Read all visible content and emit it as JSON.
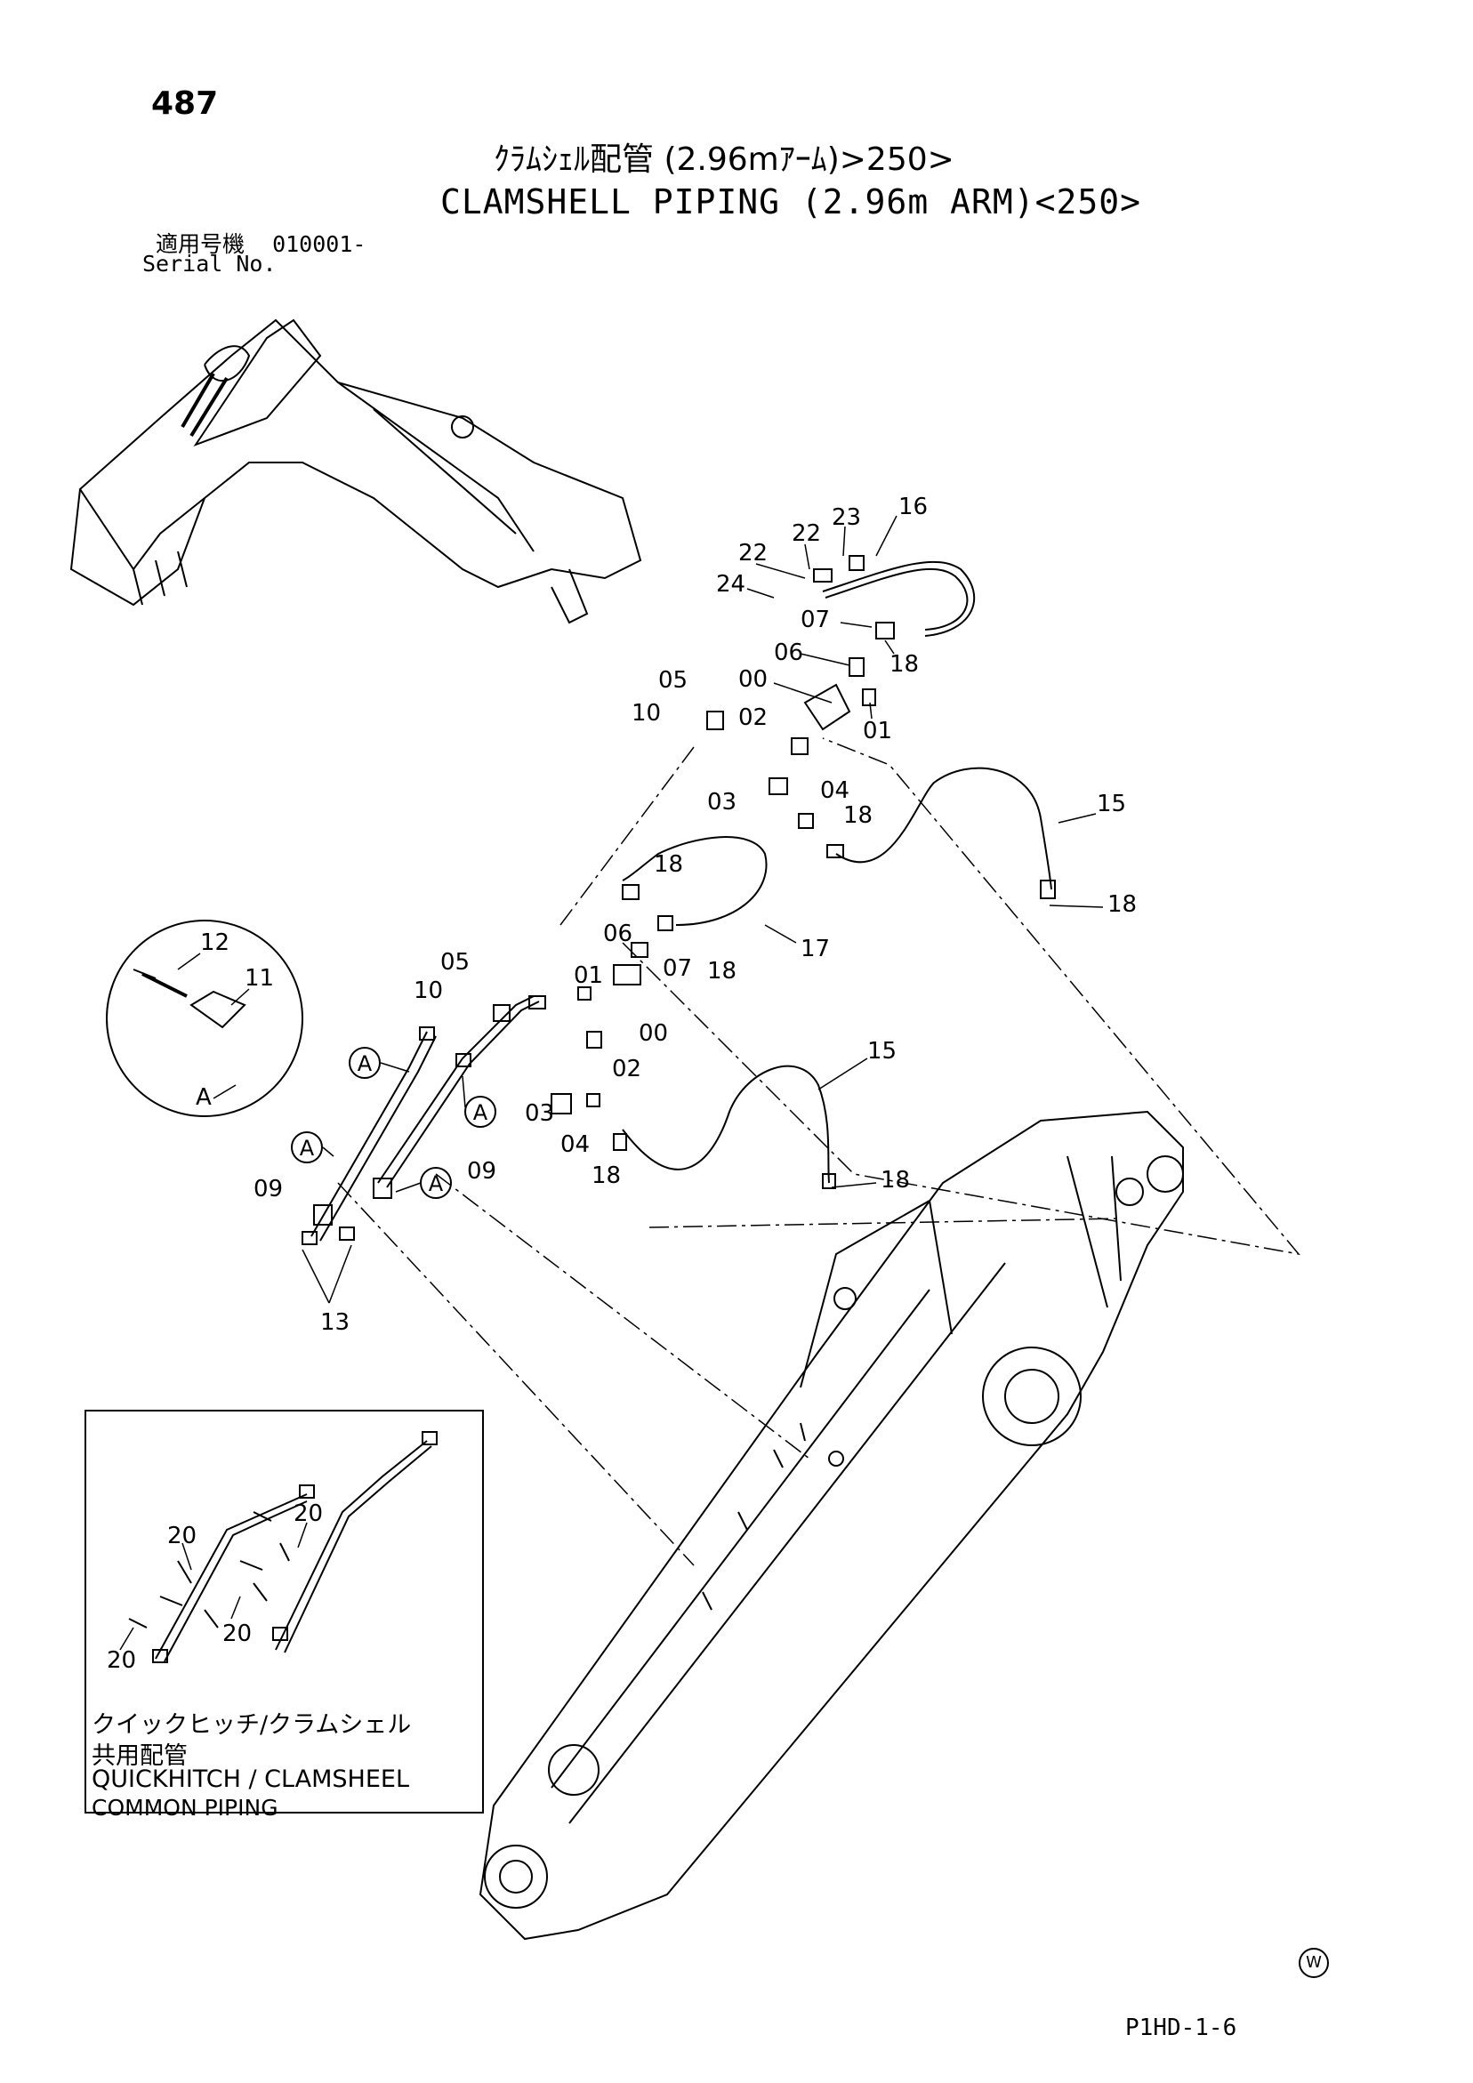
{
  "header": {
    "page_number": "487",
    "title_jp": "ｸﾗﾑｼｪﾙ配管 (2.96mｱｰﾑ)>250>",
    "title_en": "CLAMSHELL PIPING (2.96m ARM)<250>",
    "serial_label_jp": "適用号機",
    "serial_value": "010001-",
    "serial_label_en": "Serial No."
  },
  "callouts": {
    "c16": "16",
    "c23": "23",
    "c22a": "22",
    "c22b": "22",
    "c24": "24",
    "c07a": "07",
    "c18a": "18",
    "c06a": "06",
    "c00a": "00",
    "c01a": "01",
    "c05a": "05",
    "c10a": "10",
    "c02a": "02",
    "c03a": "03",
    "c04a": "04",
    "c18b": "18",
    "c15a": "15",
    "c18c": "18",
    "c18d": "18",
    "c17": "17",
    "c06b": "06",
    "c07b": "07",
    "c18e": "18",
    "c12": "12",
    "c11": "11",
    "c05b": "05",
    "c10b": "10",
    "c01b": "01",
    "c00b": "00",
    "c02b": "02",
    "c03b": "03",
    "c04b": "04",
    "c18f": "18",
    "c15b": "15",
    "c18g": "18",
    "c09a": "09",
    "c09b": "09",
    "c13": "13",
    "cA_detail": "A",
    "cA1": "A",
    "cA2": "A",
    "cA3": "A",
    "cA4": "A",
    "c20a": "20",
    "c20b": "20",
    "c20c": "20",
    "c20d": "20"
  },
  "inset": {
    "line1": "クイックヒッチ/クラムシェル",
    "line2": "共用配管",
    "line3": "QUICKHITCH / CLAMSHEEL",
    "line4": "COMMON  PIPING"
  },
  "footer": {
    "w_mark": "W",
    "doc_code": "P1HD-1-6"
  }
}
